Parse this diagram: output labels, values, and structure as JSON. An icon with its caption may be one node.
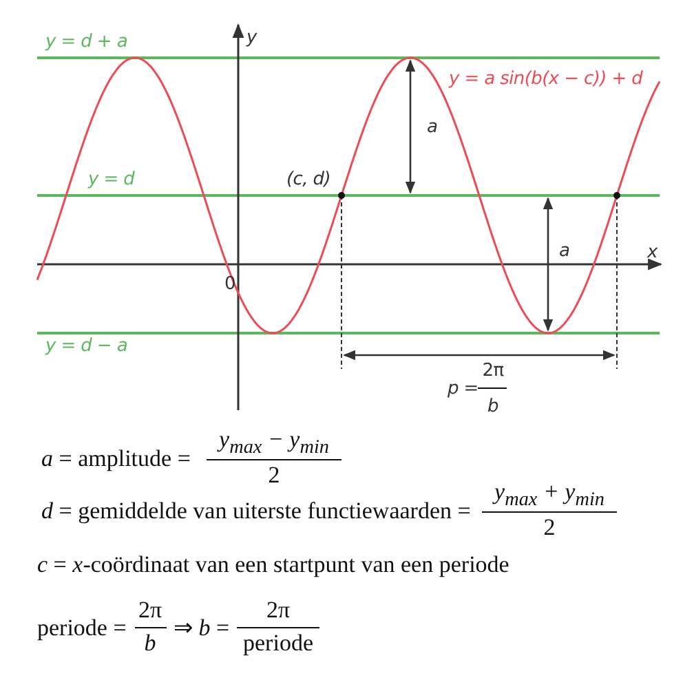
{
  "diagram": {
    "labels": [
      "y = d + a",
      "y",
      "y = a sin(b(x − c)) + d",
      "a",
      "y = d",
      "(c, d)",
      "a",
      "x",
      "0",
      "y = d − a",
      "p =",
      "2π",
      "b",
      "*a* = amplitude =",
      "y$_{max}$ − y$_{min}$",
      "2",
      "*d* = gemiddelde van uiterste functiewaarden =",
      "y$_{max}$ + y$_{min}$",
      "2",
      "*c* = *x*-coördinaat van een startpunt van een periode",
      "periode =",
      "2π",
      "b",
      "⇒ *b* =",
      "2π",
      "periode"
    ]
  }
}
